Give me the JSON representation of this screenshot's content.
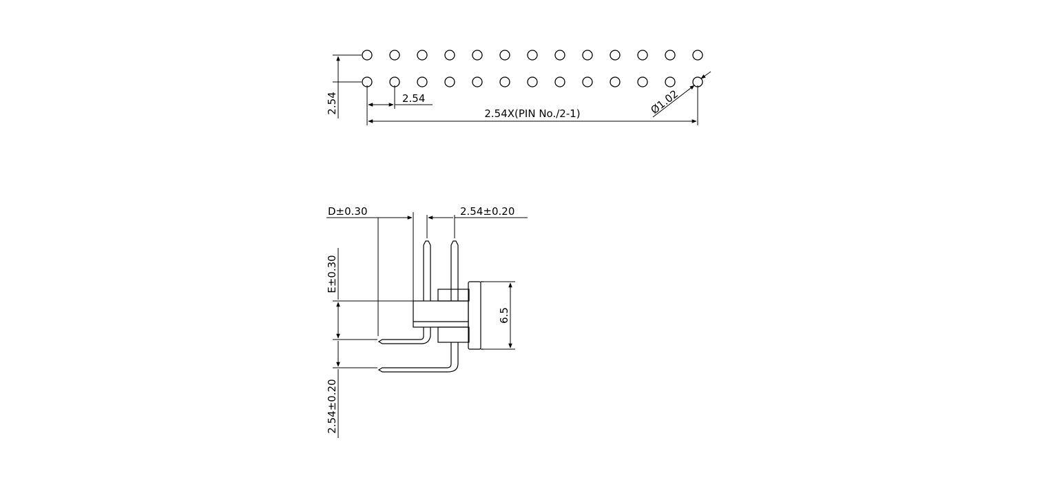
{
  "hole_pattern": {
    "rows": 2,
    "columns": 13,
    "pitch_label": "2.54",
    "row_pitch_label": "2.54",
    "length_label": "2.54X(PIN No./2-1)",
    "hole_diameter_label": "Ø1.02"
  },
  "side_view": {
    "d_label": "D±0.30",
    "pin_pitch_label": "2.54±0.20",
    "e_label": "E±0.30",
    "height_label": "6.5",
    "row_pitch_label": "2.54±0.20"
  }
}
